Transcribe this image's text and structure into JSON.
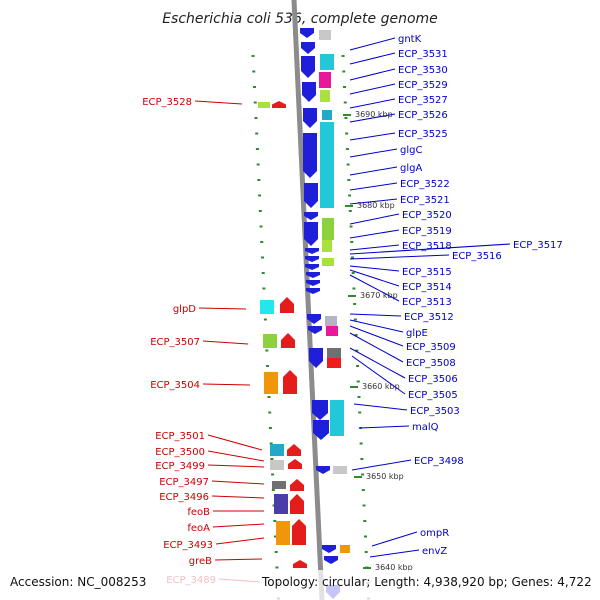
{
  "title": "Escherichia coli 536, complete genome",
  "footer": {
    "accession": "Accession: NC_008253",
    "info": "Topology: circular; Length: 4,938,920 bp; Genes: 4,722"
  },
  "colors": {
    "forward_label": "#0000cc",
    "reverse_label": "#cc0000",
    "forward_arrow": "#1f1fd9",
    "reverse_arrow": "#e51c1c",
    "backbone": "#8c8c8c",
    "ticks": "#2e8b2e"
  },
  "scale_labels": [
    "3690 kbp",
    "3680 kbp",
    "3670 kbp",
    "3660 kbp",
    "3650 kbp",
    "3640 kbp"
  ],
  "forward_labels": [
    "gntK",
    "ECP_3531",
    "ECP_3530",
    "ECP_3529",
    "ECP_3527",
    "ECP_3526",
    "ECP_3525",
    "glgC",
    "glgA",
    "ECP_3522",
    "ECP_3521",
    "ECP_3520",
    "ECP_3519",
    "ECP_3518",
    "ECP_3517",
    "ECP_3516",
    "ECP_3515",
    "ECP_3514",
    "ECP_3513",
    "ECP_3512",
    "glpE",
    "ECP_3509",
    "ECP_3508",
    "ECP_3506",
    "ECP_3505",
    "ECP_3503",
    "malQ",
    "ECP_3498",
    "ompR",
    "envZ"
  ],
  "reverse_labels": [
    "ECP_3528",
    "glpD",
    "ECP_3507",
    "ECP_3504",
    "ECP_3501",
    "ECP_3500",
    "ECP_3499",
    "ECP_3497",
    "ECP_3496",
    "feoB",
    "feoA",
    "ECP_3493",
    "greB",
    "ECP_3489"
  ]
}
